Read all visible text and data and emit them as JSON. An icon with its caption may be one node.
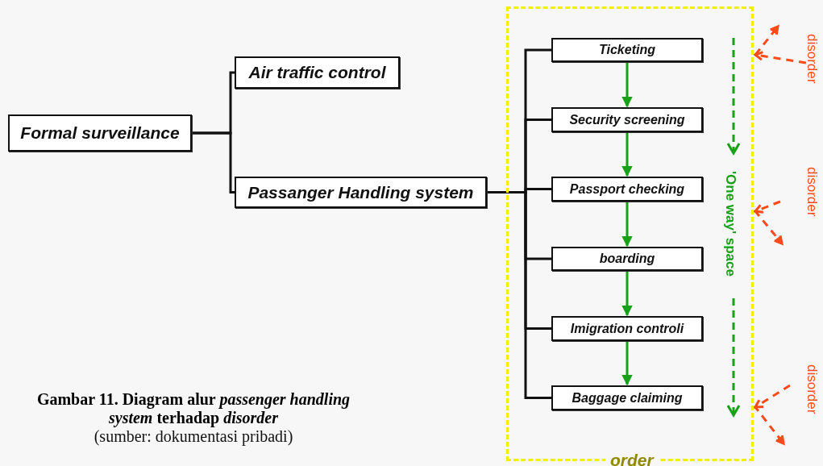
{
  "diagram": {
    "caption": "Gambar 11. Diagram alur *passenger handling system* terhadap *disorder*",
    "nodes": [
      {
        "text": [
          "Formal surveillance"
        ]
      },
      {
        "text": [
          "Air traffic control"
        ]
      },
      {
        "text": [
          "Passanger Handling system"
        ]
      },
      {
        "text": [
          "order"
        ]
      },
      {
        "text": [
          "Ticketing"
        ],
        "in": 3
      },
      {
        "text": [
          "Security screening"
        ],
        "in": 3
      },
      {
        "text": [
          "Passport checking"
        ],
        "in": 3
      },
      {
        "text": [
          "boarding"
        ],
        "in": 3
      },
      {
        "text": [
          "Imigration controli"
        ],
        "in": 3
      },
      {
        "text": [
          "Baggage claiming"
        ],
        "in": 3
      }
    ],
    "edges": [
      {
        "from": 0,
        "to": 1,
        "arrow": "none"
      },
      {
        "from": 0,
        "to": 2,
        "arrow": "none"
      },
      {
        "from": 2,
        "to": 4,
        "arrow": "none"
      },
      {
        "from": 2,
        "to": 5,
        "arrow": "none"
      },
      {
        "from": 2,
        "to": 6,
        "arrow": "none"
      },
      {
        "from": 2,
        "to": 7,
        "arrow": "none"
      },
      {
        "from": 2,
        "to": 8,
        "arrow": "none"
      },
      {
        "from": 2,
        "to": 9,
        "arrow": "none"
      },
      {
        "from": 4,
        "to": 5,
        "arrow": "to",
        "color": "#18a018"
      },
      {
        "from": 5,
        "to": 6,
        "arrow": "to",
        "color": "#18a018"
      },
      {
        "from": 6,
        "to": 7,
        "arrow": "to",
        "color": "#18a018"
      },
      {
        "from": 7,
        "to": 8,
        "arrow": "to",
        "color": "#18a018"
      },
      {
        "from": 8,
        "to": 9,
        "arrow": "to",
        "color": "#18a018"
      }
    ],
    "labels": [
      "'One way' space",
      "disorder",
      "disorder",
      "disorder",
      "(sumber: dokumentasi pribadi)"
    ]
  }
}
